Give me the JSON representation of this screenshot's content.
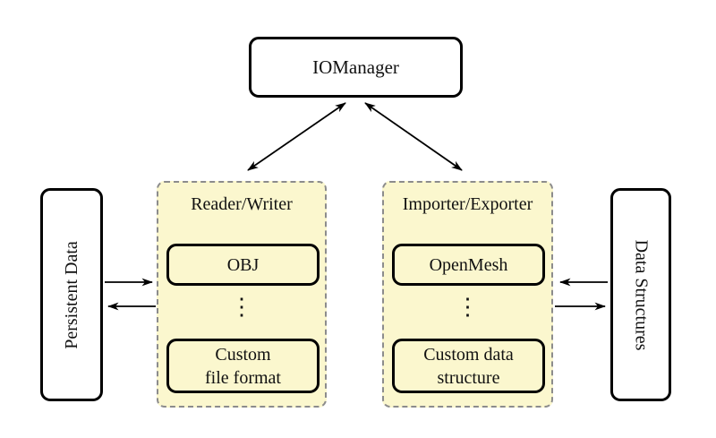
{
  "diagram": {
    "io_manager": {
      "label": "IOManager"
    },
    "left_group": {
      "header": "Reader/Writer",
      "item_top": "OBJ",
      "dots": "⋮",
      "item_bottom_line1": "Custom",
      "item_bottom_line2": "file format"
    },
    "right_group": {
      "header": "Importer/Exporter",
      "item_top": "OpenMesh",
      "dots": "⋮",
      "item_bottom_line1": "Custom data",
      "item_bottom_line2": "structure"
    },
    "left_side": {
      "label": "Persistent Data"
    },
    "right_side": {
      "label": "Data Structures"
    },
    "colors": {
      "group_fill": "#fbf7ce",
      "group_border": "#8c8c8c",
      "node_border": "#000000",
      "arrow": "#000000",
      "background": "#ffffff"
    }
  }
}
